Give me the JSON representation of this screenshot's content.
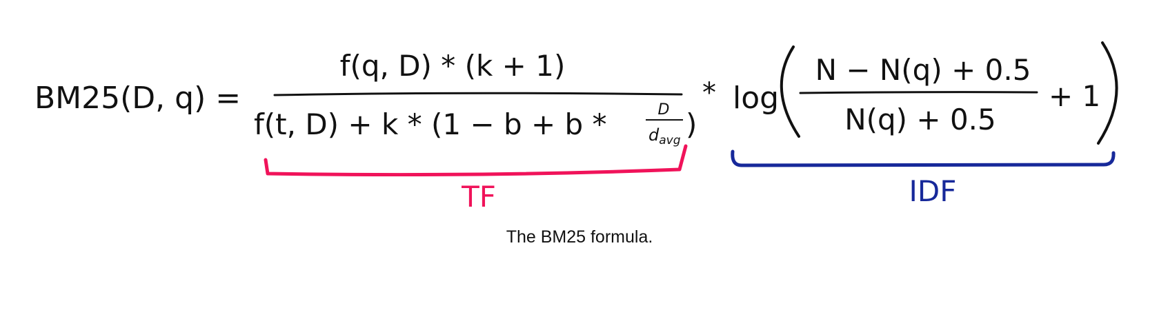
{
  "formula": {
    "lhs": "BM25(D, q) =",
    "tf_numerator": "f(q, D) * (k + 1)",
    "tf_denominator_main": "f(t, D) + k * (1 − b + b *",
    "frac_numerator": "D",
    "frac_denominator_base": "d",
    "frac_denominator_sub": "avg",
    "close_paren": ")",
    "multiply": "*",
    "log_label": "log",
    "idf_numerator": "N − N(q) + 0.5",
    "idf_denominator": "N(q) + 0.5",
    "plus_one": "+ 1"
  },
  "annotations": {
    "tf_label": "TF",
    "idf_label": "IDF"
  },
  "colors": {
    "ink": "#111111",
    "tf": "#f0135a",
    "idf": "#17299a"
  },
  "caption": "The BM25 formula."
}
